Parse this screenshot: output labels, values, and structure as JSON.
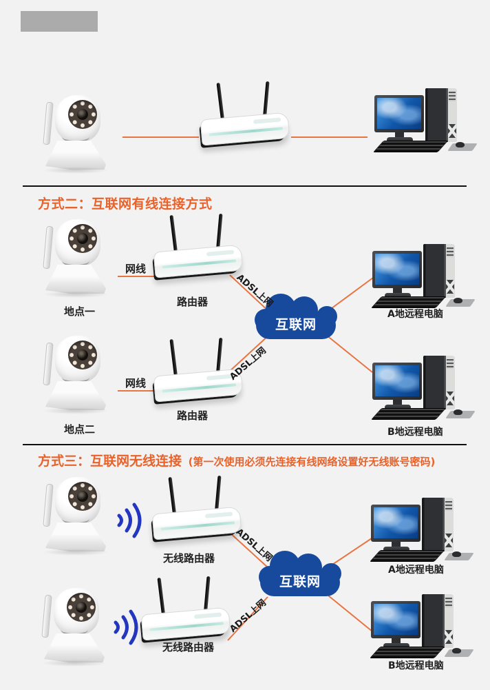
{
  "page": {
    "background": "#f2f2f3",
    "accent_orange": "#e8622a",
    "cloud_blue": "#17499c",
    "wifi_blue": "#2236c0"
  },
  "section1": {
    "note": "camera to router to pc, no text labels"
  },
  "section2": {
    "heading": "方式二：互联网有线连接方式",
    "cloud": "互联网",
    "rowA": {
      "site": "地点一",
      "cable": "网线",
      "router": "路由器",
      "adsl": "ADSL上网",
      "pc": "A地远程电脑"
    },
    "rowB": {
      "site": "地点二",
      "cable": "网线",
      "router": "路由器",
      "adsl": "ADSL上网",
      "pc": "B地远程电脑"
    }
  },
  "section3": {
    "heading_main": "方式三：互联网无线连接",
    "heading_note": "(第一次使用必须先连接有线网络设置好无线账号密码)",
    "cloud": "互联网",
    "rowA": {
      "router": "无线路由器",
      "adsl": "ADSL上网",
      "pc": "A地远程电脑"
    },
    "rowB": {
      "router": "无线路由器",
      "adsl": "ADSL上网",
      "pc": "B地远程电脑"
    }
  }
}
